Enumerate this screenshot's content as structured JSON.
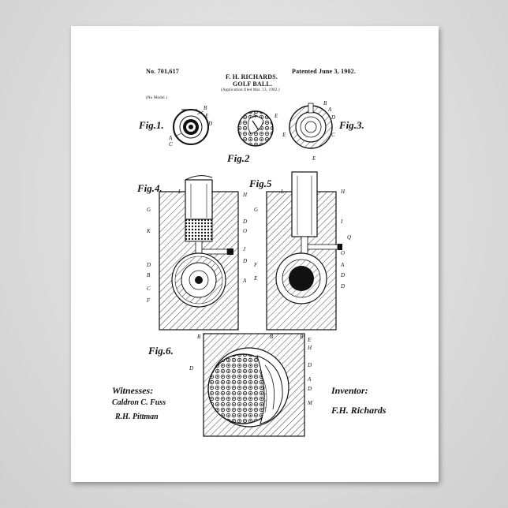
{
  "header": {
    "patent_no": "No. 701,617",
    "inventor_name": "F. H. RICHARDS.",
    "title": "GOLF BALL.",
    "application_note": "(Application filed Mar. 13, 1902.)",
    "patented_date": "Patented June 3, 1902.",
    "model_note": "(No Model.)"
  },
  "figures": {
    "fig1": "Fig.1.",
    "fig2": "Fig.2",
    "fig3": "Fig.3.",
    "fig4": "Fig.4.",
    "fig5": "Fig.5",
    "fig6": "Fig.6."
  },
  "signatures": {
    "witnesses_label": "Witnesses:",
    "witness_1": "Caldron C. Fuss",
    "witness_2": "R.H. Pittman",
    "inventor_label": "Inventor:",
    "inventor_signature": "F.H. Richards"
  },
  "colors": {
    "paper": "#ffffff",
    "ink": "#111111",
    "wall": "#dcdcdc"
  }
}
